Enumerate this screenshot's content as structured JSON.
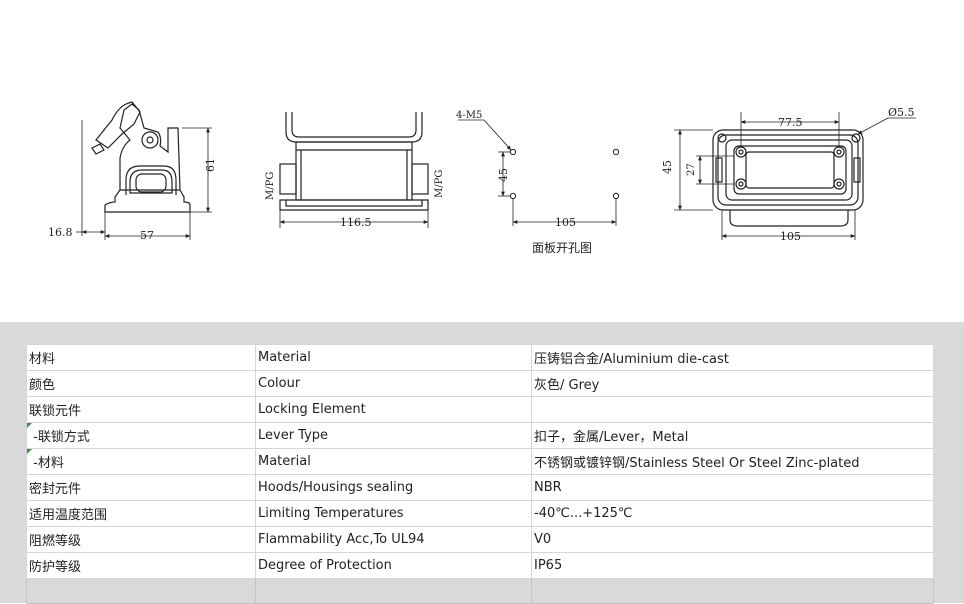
{
  "drawing": {
    "front_view": {
      "dim_height": "61",
      "dim_width": "57",
      "dim_offset": "16.8"
    },
    "side_view": {
      "dim_width": "116.5",
      "thread_left": "M/PG",
      "thread_right": "M/PG"
    },
    "cutout": {
      "holes_label": "4-M5",
      "dim_vertical": "45",
      "dim_horizontal": "105",
      "caption": "面板开孔图"
    },
    "top_view": {
      "dim_inner": "77.5",
      "dim_hole": "Ø5.5",
      "dim_height": "45",
      "dim_inner_height": "27",
      "dim_width": "105"
    }
  },
  "specs": [
    {
      "cn": "材料",
      "en": "Material",
      "value": "压铸铝合金/Aluminium die-cast",
      "flag": false
    },
    {
      "cn": "颜色",
      "en": "Colour",
      "value": "灰色/ Grey",
      "flag": false
    },
    {
      "cn": "联锁元件",
      "en": "Locking Element",
      "value": "",
      "flag": false
    },
    {
      "cn": " -联锁方式",
      "en": "Lever Type",
      "value": "扣子，金属/Lever，Metal",
      "flag": true
    },
    {
      "cn": " -材料",
      "en": "Material",
      "value": "不锈钢或镀锌钢/Stainless Steel Or Steel Zinc-plated",
      "flag": true
    },
    {
      "cn": "密封元件",
      "en": "Hoods/Housings sealing",
      "value": "NBR",
      "flag": false
    },
    {
      "cn": "适用温度范围",
      "en": "Limiting Temperatures",
      "value": "-40℃...+125℃",
      "flag": false
    },
    {
      "cn": "阻燃等级",
      "en": "Flammability Acc,To UL94",
      "value": "V0",
      "flag": false
    },
    {
      "cn": "防护等级",
      "en": "Degree of Protection",
      "value": "IP65",
      "flag": false
    }
  ]
}
